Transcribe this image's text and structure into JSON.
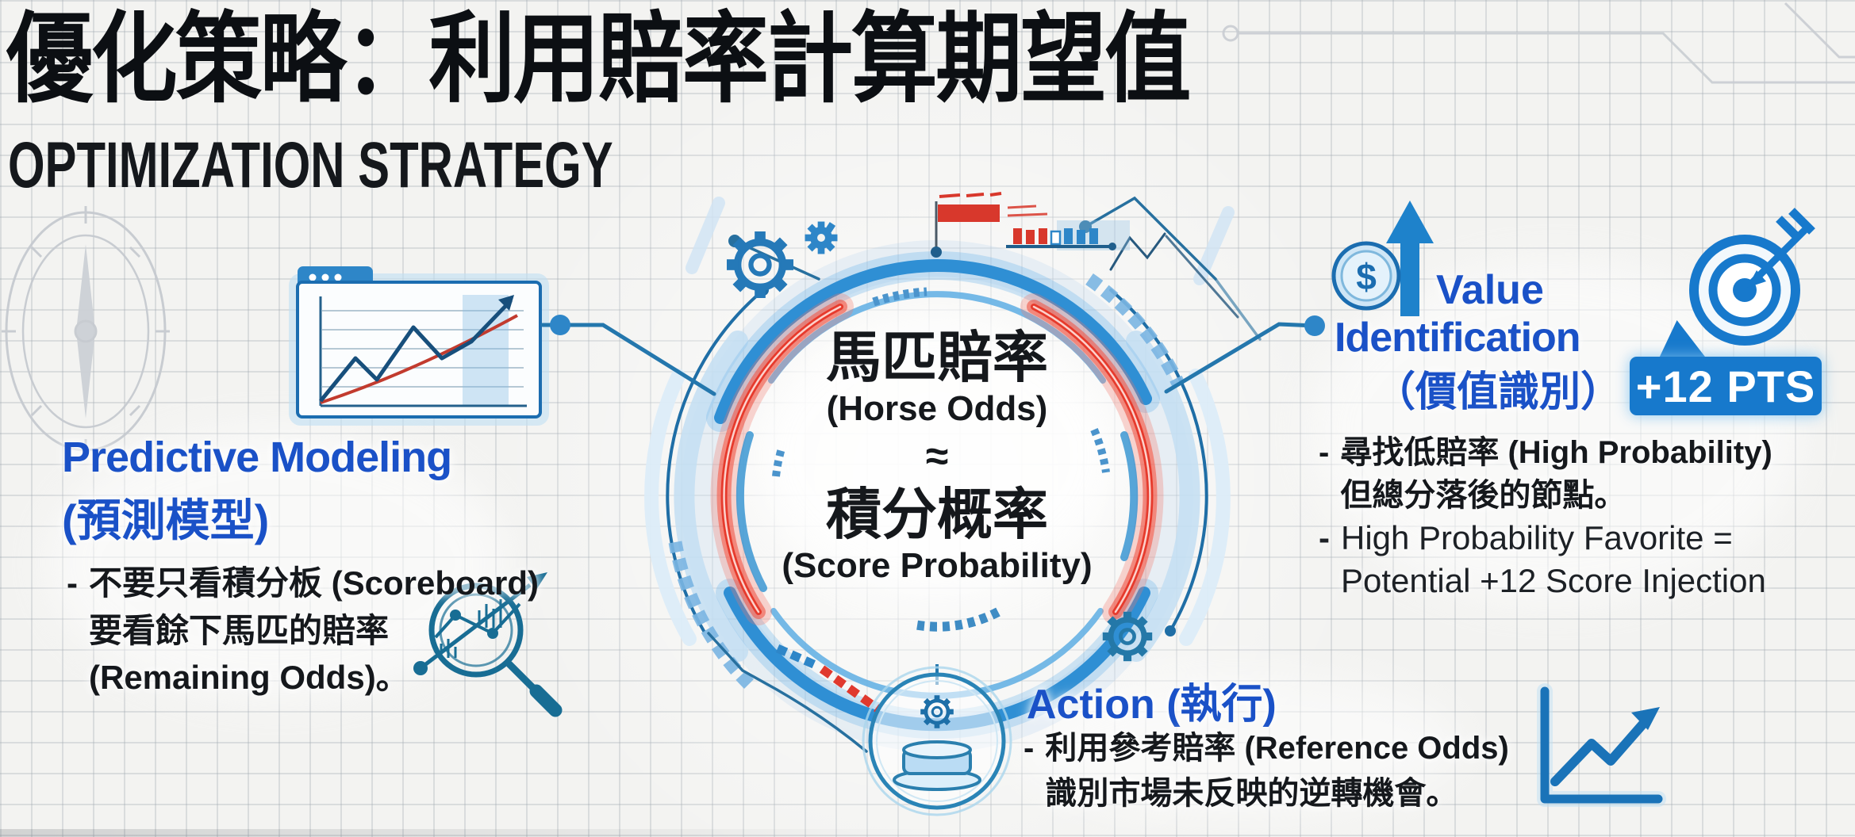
{
  "slide": {
    "title": "優化策略：利用賠率計算期望值",
    "subtitle": "OPTIMIZATION STRATEGY"
  },
  "center": {
    "zh_top": "馬匹賠率",
    "en_top": "(Horse Odds)",
    "approx": "≈",
    "zh_bottom": "積分概率",
    "en_bottom": "(Score Probability)"
  },
  "predictive": {
    "heading_en": "Predictive Modeling",
    "heading_zh": "(預測模型)",
    "dash": "-",
    "lines": [
      "不要只看積分板 (Scoreboard)",
      "要看餘下馬匹的賠率",
      "(Remaining Odds)。"
    ]
  },
  "value": {
    "heading_line1": "Value",
    "heading_line2": "Identification",
    "heading_zh": "（價值識別）",
    "dash": "-",
    "bullet1": [
      "尋找低賠率 (High Probability)",
      "但總分落後的節點。"
    ],
    "bullet2": [
      "High Probability Favorite =",
      "Potential +12 Score Injection"
    ],
    "badge": "+12 PTS",
    "coin_symbol": "$"
  },
  "action": {
    "heading": "Action (執行)",
    "dash": "-",
    "lines": [
      "利用參考賠率 (Reference Odds)",
      "識別市場未反映的逆轉機會。"
    ]
  },
  "colors": {
    "heading_blue": "#1a51c7",
    "ring_blue": "#2f8fd4",
    "ring_red": "#e63a2c",
    "icon_blue": "#1f7ab8",
    "badge_blue": "#1779cc",
    "text_black": "#15181c",
    "background": "#f3f3f1"
  }
}
